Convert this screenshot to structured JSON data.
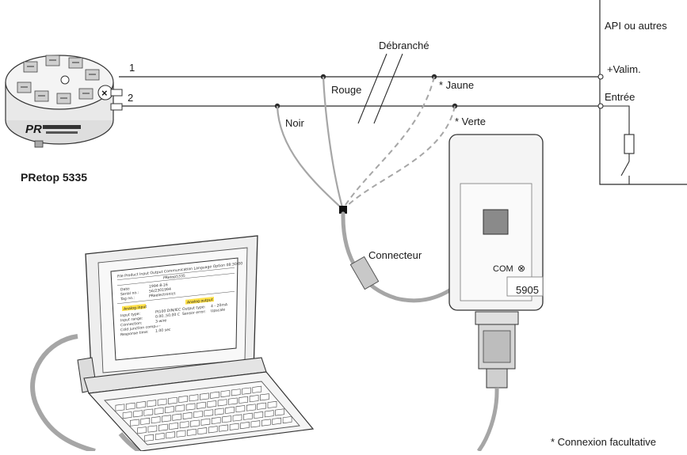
{
  "labels": {
    "line1": "1",
    "line2": "2",
    "debranche": "Débranché",
    "rouge": "Rouge",
    "noir": "Noir",
    "jaune": "* Jaune",
    "verte": "* Verte",
    "connecteur": "Connecteur",
    "transmitter": "PRetop 5335",
    "plc_title": "API ou autres",
    "valim": "+Valim.",
    "entree": "Entrée",
    "com": "COM",
    "com_symbol": "⊗",
    "loader_model": "5905",
    "footnote": "* Connexion facultative",
    "device_brand": "PR"
  },
  "screen": {
    "menu": "File  Product  Input  Output  Communication  Language  Option     08:30:00",
    "subtitle": "PRetop5335",
    "info_rows": [
      {
        "k": "Date:",
        "v": "1994-8-16"
      },
      {
        "k": "Serial no.:",
        "v": "56/2301994"
      },
      {
        "k": "Tag no.:",
        "v": "PReelectronics"
      }
    ],
    "analog_input_title": "Analog input",
    "analog_output_title": "Analog output",
    "input_rows": [
      {
        "k": "Input type:",
        "v": "Pt100 DIN/IEC"
      },
      {
        "k": "Input range:",
        "v": "0.00..50.00 C"
      },
      {
        "k": "Connection:",
        "v": "3-wire"
      },
      {
        "k": "Cold junction comp.:",
        "v": "----"
      },
      {
        "k": "Response time:",
        "v": "1.00 sec"
      }
    ],
    "output_rows": [
      {
        "k": "Output type:",
        "v": "4 - 20mA"
      },
      {
        "k": "Sensor error:",
        "v": "Upscale"
      }
    ]
  },
  "colors": {
    "line": "#2b2b2b",
    "cable_gray": "#9a9a9a",
    "highlight": "#ffe14a",
    "device_fill": "#f2f2f2"
  }
}
